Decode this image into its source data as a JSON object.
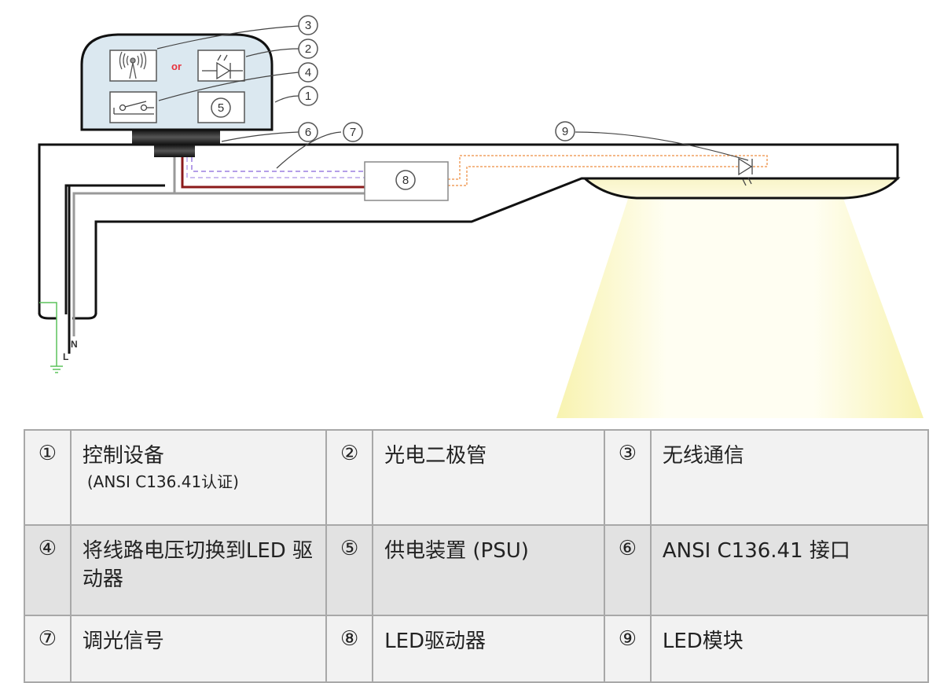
{
  "diagram": {
    "or_label": "or",
    "callouts": [
      "1",
      "2",
      "3",
      "4",
      "5",
      "6",
      "7",
      "8",
      "9"
    ],
    "wire_labels": {
      "neutral": "N",
      "line": "L"
    },
    "colors": {
      "controller_fill": "#dbe8f0",
      "line_wire": "#8b1a1a",
      "dimming_signal": "#9b7fe0",
      "led_signal": "#f0a060",
      "ground_wire": "#5cc25c",
      "neutral_wire": "#999999",
      "light_beam": "#fbf6c8"
    }
  },
  "legend": {
    "rows": [
      [
        {
          "num": "①",
          "label": "控制设备",
          "sub": "(ANSI C136.41认证)"
        },
        {
          "num": "②",
          "label": "光电二极管",
          "sub": ""
        },
        {
          "num": "③",
          "label": "无线通信",
          "sub": ""
        }
      ],
      [
        {
          "num": "④",
          "label": "将线路电压切换到LED 驱动器",
          "sub": ""
        },
        {
          "num": "⑤",
          "label": "供电装置 (PSU)",
          "sub": ""
        },
        {
          "num": "⑥",
          "label": "ANSI C136.41 接口",
          "sub": ""
        }
      ],
      [
        {
          "num": "⑦",
          "label": "调光信号",
          "sub": ""
        },
        {
          "num": "⑧",
          "label": "LED驱动器",
          "sub": ""
        },
        {
          "num": "⑨",
          "label": "LED模块",
          "sub": ""
        }
      ]
    ]
  }
}
